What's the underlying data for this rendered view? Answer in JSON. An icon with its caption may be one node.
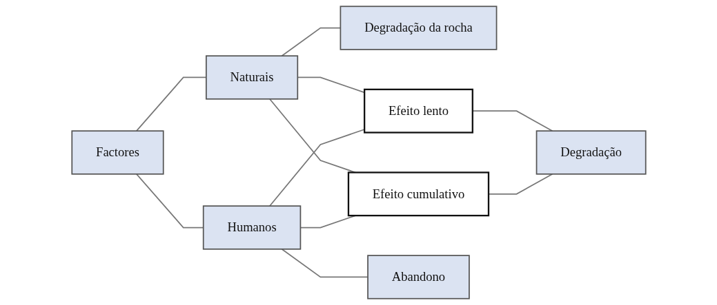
{
  "diagram": {
    "nodes": [
      {
        "text": [
          "Degradação da rocha"
        ]
      },
      {
        "text": [
          "Naturais"
        ]
      },
      {
        "text": [
          "Factores"
        ]
      },
      {
        "text": [
          "Efeito lento"
        ]
      },
      {
        "text": [
          "Humanos"
        ]
      },
      {
        "text": [
          "Efeito cumulativo"
        ]
      },
      {
        "text": [
          "Degradação"
        ]
      },
      {
        "text": [
          "Abandono"
        ]
      }
    ],
    "edges": [
      {
        "from": 1,
        "to": 0,
        "arrow": "none"
      },
      {
        "from": 2,
        "to": 1,
        "arrow": "none"
      },
      {
        "from": 2,
        "to": 4,
        "arrow": "none"
      },
      {
        "from": 1,
        "to": 3,
        "arrow": "none"
      },
      {
        "from": 1,
        "to": 5,
        "arrow": "none"
      },
      {
        "from": 4,
        "to": 3,
        "arrow": "none"
      },
      {
        "from": 4,
        "to": 5,
        "arrow": "none"
      },
      {
        "from": 3,
        "to": 6,
        "arrow": "none"
      },
      {
        "from": 5,
        "to": 6,
        "arrow": "none"
      },
      {
        "from": 4,
        "to": 7,
        "arrow": "none"
      }
    ]
  }
}
